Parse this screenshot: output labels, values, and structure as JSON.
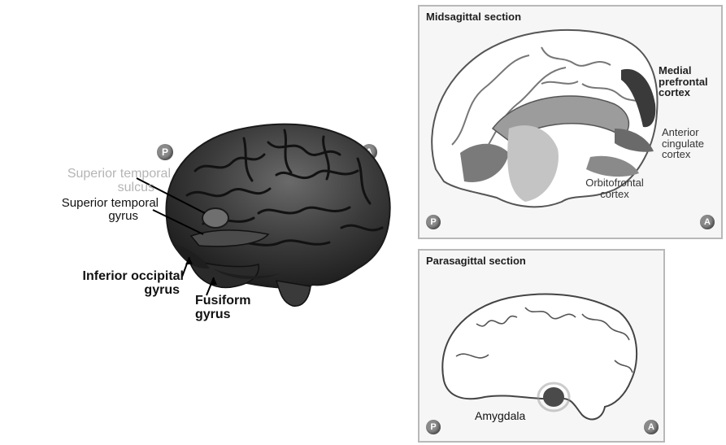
{
  "lateral_view": {
    "orientation_left": "P",
    "orientation_right": "A",
    "labels": {
      "superior_temporal_sulcus": [
        "Superior temporal",
        "sulcus"
      ],
      "superior_temporal_gyrus": [
        "Superior temporal",
        "gyrus"
      ],
      "inferior_occipital_gyrus": [
        "Inferior occipital",
        "gyrus"
      ],
      "fusiform_gyrus": [
        "Fusiform",
        "gyrus"
      ]
    }
  },
  "midsagittal_panel": {
    "title": "Midsagittal section",
    "orientation_left": "P",
    "orientation_right": "A",
    "labels": {
      "medial_prefrontal_cortex": [
        "Medial",
        "prefrontal",
        "cortex"
      ],
      "anterior_cingulate_cortex": [
        "Anterior",
        "cingulate",
        "cortex"
      ],
      "orbitofrontal_cortex": [
        "Orbitofrontal",
        "cortex"
      ]
    }
  },
  "parasagittal_panel": {
    "title": "Parasagittal section",
    "orientation_left": "P",
    "orientation_right": "A",
    "labels": {
      "amygdala": "Amygdala"
    }
  },
  "colors": {
    "brain_dark": "#2e2e2e",
    "highlight": "#5a5a5a",
    "panel_border": "#b8b8b8"
  }
}
